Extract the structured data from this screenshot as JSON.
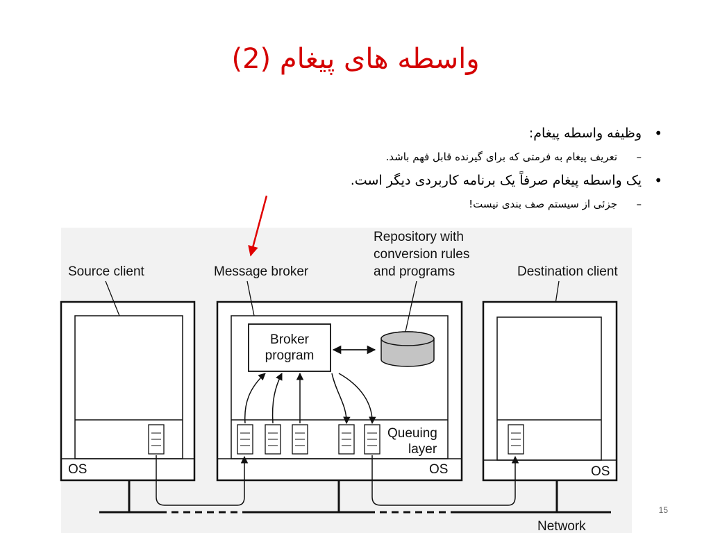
{
  "slide": {
    "title": "واسطه های پیغام (2)",
    "page_number": "15"
  },
  "bullets": [
    {
      "text": "وظیفه واسطه پیغام:",
      "sub": "تعریف پیغام به فرمتی که برای گیرنده قابل فهم باشد."
    },
    {
      "text": "یک واسطه پیغام صرفاً یک برنامه کاربردی دیگر است.",
      "sub": "جزئی از سیستم صف بندی نیست!"
    }
  ],
  "diagram": {
    "source_client_label": "Source client",
    "message_broker_label": "Message broker",
    "repository_label_lines": [
      "Repository with",
      "conversion rules",
      "and programs"
    ],
    "destination_client_label": "Destination client",
    "broker_program_lines": [
      "Broker",
      "program"
    ],
    "queuing_layer_lines": [
      "Queuing",
      "layer"
    ],
    "os_label": "OS",
    "network_label": "Network",
    "colors": {
      "pointer_arrow": "#e00000",
      "panel_fill": "#f2f2f2",
      "repository_fill": "#c4c4c4"
    }
  }
}
